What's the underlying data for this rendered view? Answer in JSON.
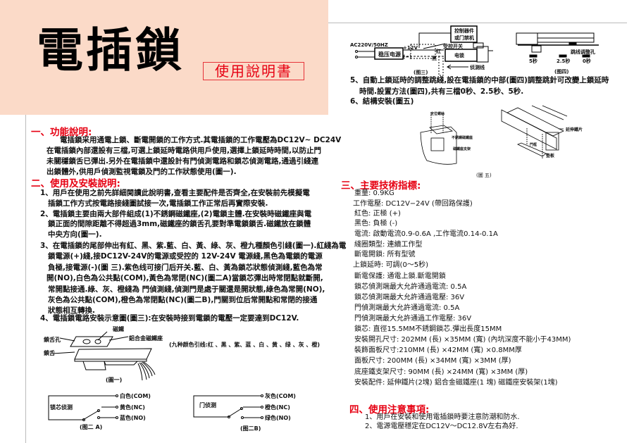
{
  "header": {
    "title": "電插鎖",
    "subtitle": "使用說明書",
    "background_color": "#fbdac8",
    "accent_color": "#e60012"
  },
  "section1": {
    "heading": "一、功能說明:",
    "lines": [
      "電插鎖采用通電上鎖、斷電開鎖的工作方式.其電插鎖的工作電壓為DC12V~ DC24V",
      "在電插鎖內部還設有三檔,可選上鎖延時電路供用戶使用,選擇上鎖延時時間,以防止門",
      "未關穩鎖舌已彈出.另外在電插鎖中還設計有門偵測電路和鎖芯偵測電路,通過引綫連",
      "出鎖體外,供用戶偵測監視電鎖及門的工作狀態使用(圖一)."
    ]
  },
  "section2": {
    "heading": "二、使用及安裝說明:",
    "lines": [
      "1、用戶在使用之前先詳細閱讀此說明書,查看主要配件是否齊全,在安裝前先模擬電",
      "插鎖工作方式按電路接綫圖試接一次,電插鎖工作正常后再實際安裝.",
      "2、電插鎖主要由兩大部件組成(1)不銹鋼磁鐵座,(2)電鎖主體.在安裝時磁鐵座與電",
      "鎖正面的間隙距離不得超過3mm,磁鐵座的鎖舌孔要對準電鎖鎖舌.磁鐵放在鎖體",
      "中央方向(圖一).",
      "3、在電插鎖的尾部伸出有紅、黑、紫.藍、白、黃、綠、灰、橙九種顏色引綫(圖一).紅綫為電",
      "鎖電源(+)綫,接DC12V-24V的電源或受控的 12V-24V  電源綫,黑色為電鎖的電源",
      "負極,接電源(-)(圖 三).紫色线可接门后开关.藍、白、黃為鎖芯狀態偵測綫,藍色為常",
      "開(NO),白色為公共點(COM),黃色為常閉(NC)(圖二A)當鎖芯彈出時常閉點就斷開,",
      "常開點接通.綠、灰、橙綫為 門偵測綫,偵測門是處于關還是開狀態,綠色為常開(NO),",
      "灰色為公共點(COM),橙色為常閉點(NC)(圖二B),門關到位后常開點和常閉的接通",
      "狀態相互轉換.",
      "4、電插鎖電路安裝示意圖(圖三):在安裝時接到電鎖的電壓一定要達到DC12V."
    ]
  },
  "figure1": {
    "labels": {
      "magnet": "磁鐵",
      "tongue_hole": "鎖舌孔",
      "base": "鋁合金磁鐵座",
      "tongue": "鎖舌"
    },
    "wires_note": "(九种颜色引线:红 、黑 、紫、蓝 、白 、黄 、绿 、灰 、橙)",
    "caption": "(圖一)"
  },
  "figure2a": {
    "box_label": "锁芯侦测",
    "com": "白色(COM)",
    "nc": "黄色(NC)",
    "no": "蓝色(NO)",
    "caption": "(图二 A)"
  },
  "figure2b": {
    "box_label": "门侦测",
    "com": "灰色(COM)",
    "nc": "橙色(NC)",
    "no": "绿色(NO)",
    "caption": "(图二B)"
  },
  "figure3": {
    "power": "AC220V/50HZ",
    "regulator": "稳压电源",
    "v12": "+12V",
    "minus": "(−)",
    "controller_line1": "控制器件",
    "controller_line2": "或门禁机",
    "switch": "受控开关",
    "red": "红",
    "black": "黑",
    "lock": "电锁",
    "detect": "侦测线",
    "caption": "(图三)"
  },
  "figure4": {
    "jumper": "跳线调整孔",
    "opt1": "5秒",
    "opt2": "2.5秒",
    "opt3": "0秒",
    "caption": "(图四)"
  },
  "right_items": [
    "5、自動上鎖延時的調整跳綫,設在電插鎖的中部(圖四)調整跳針可改變上鎖延時",
    "時間.設置方法(圖四),共有三檔0秒、2.5秒、5秒.",
    "6、結構安裝(圖五)"
  ],
  "figure5": {
    "label_a": "定位螺絲",
    "label_b": "不銹鋼磁鐵座",
    "label_c": "磁鐵座支架",
    "label_d": "延伸鐵片",
    "label_e": "門框",
    "label_f": "墊板",
    "caption": "(圖 五)"
  },
  "section3": {
    "heading": "三、主要技術指標:",
    "specs": [
      "重量:  0.9KG",
      "工作電壓:  DC12V−24V (帶回路保護)",
      "紅色:  正極 (+)",
      "黑色:  負極 (-)",
      "電流:  啟動電流0.9-0.6A ,工作電流0.14-0.1A",
      "綫圈類型:  連續工作型",
      "斷電開鎖:  所有型號",
      "上鎖延時:  可調(0～5秒)",
      "斷電保護:  通電上鎖.斷電開鎖",
      "鎖芯偵測端最大允許通過電流: 0.5A",
      "鎖芯偵測端最大允許通過電壓: 36V",
      "門偵測端最大允許通過電流: 0.5A",
      "門偵測端最大允許通過工作電壓: 36V",
      "鎖芯:  直徑15.5MM不銹鋼鎖芯.彈出長度15MM",
      "安裝開孔尺寸:  202MM (長) ×35MM (寬) (內坑深度不能小于43MM)",
      "裝飾面板尺寸:210MM (長) ×42MM (寬) ×0.8MM厚",
      "面板尺寸:  200MM (長) ×34MM (寬) ×3MM (厚)",
      "底座鐵支架尺寸:  90MM (長) ×24MM (寬) ×3MM (厚)",
      "安裝配件:  延伸鐵片(2塊)   鋁合金磁鐵座(1 塊)     磁鐵座安裝架(1塊)"
    ]
  },
  "section4": {
    "heading": "四、使用注意事項:",
    "lines": [
      "1、用戶在安裝和使用電插鎖時要注意防潮和防水.",
      "2、電源電壓穩定在DC12V～DC12.8V左右為好."
    ]
  }
}
